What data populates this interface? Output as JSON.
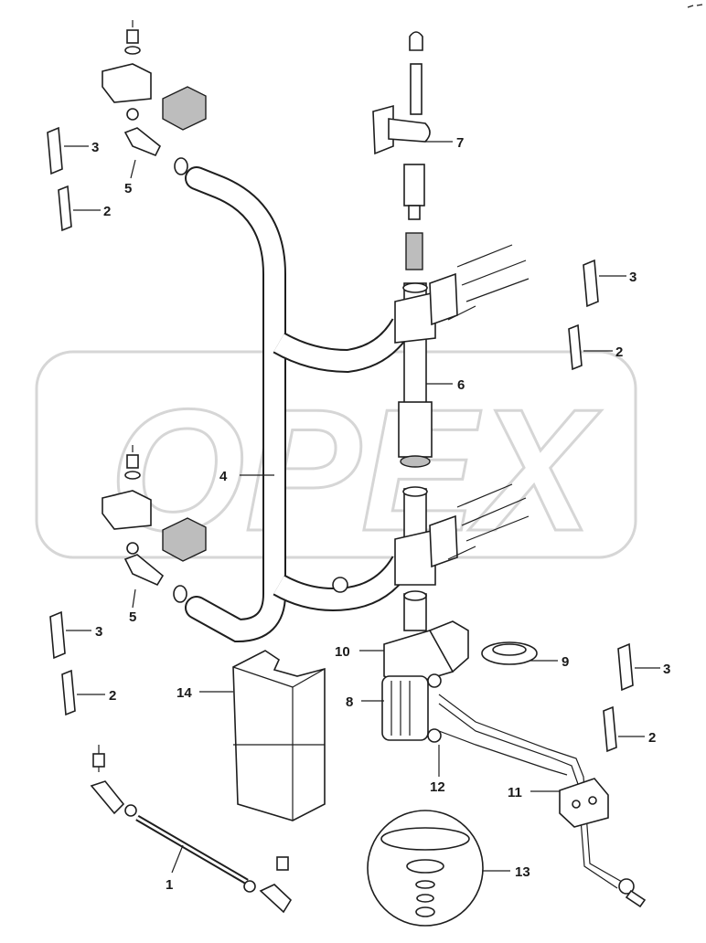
{
  "watermark": "OPEX",
  "callouts": {
    "c1": "1",
    "c2a": "2",
    "c2b": "2",
    "c2c": "2",
    "c2d": "2",
    "c3a": "3",
    "c3b": "3",
    "c3c": "3",
    "c3d": "3",
    "c4": "4",
    "c5a": "5",
    "c5b": "5",
    "c6": "6",
    "c7": "7",
    "c8": "8",
    "c9": "9",
    "c10": "10",
    "c11": "11",
    "c12": "12",
    "c13": "13",
    "c14": "14"
  },
  "colors": {
    "line": "#1e1e1e",
    "watermark": "#d6d6d6",
    "background": "#ffffff"
  }
}
